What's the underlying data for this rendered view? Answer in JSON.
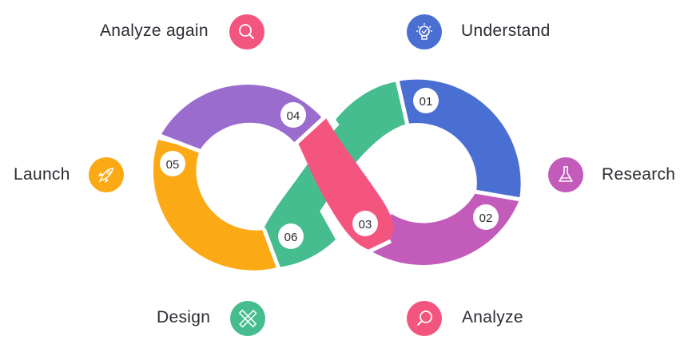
{
  "steps": [
    {
      "num": "01",
      "label": "Understand",
      "icon": "lightbulb-icon",
      "color": "#4a6fd3"
    },
    {
      "num": "02",
      "label": "Research",
      "icon": "flask-icon",
      "color": "#c35bbb"
    },
    {
      "num": "03",
      "label": "Analyze",
      "icon": "magnifier-icon",
      "color": "#f4557f"
    },
    {
      "num": "04",
      "label": "Analyze again",
      "icon": "magnifier-icon",
      "color": "#9a6cce"
    },
    {
      "num": "05",
      "label": "Launch",
      "icon": "rocket-icon",
      "color": "#fca916"
    },
    {
      "num": "06",
      "label": "Design",
      "icon": "pencil-ruler-icon",
      "color": "#45bd8f"
    }
  ],
  "colors": {
    "blue": "#4a6fd3",
    "magenta": "#c35bbb",
    "pink": "#f4557f",
    "purple": "#9a6cce",
    "orange": "#fca916",
    "green": "#45bd8f",
    "text": "#2b2b33"
  }
}
